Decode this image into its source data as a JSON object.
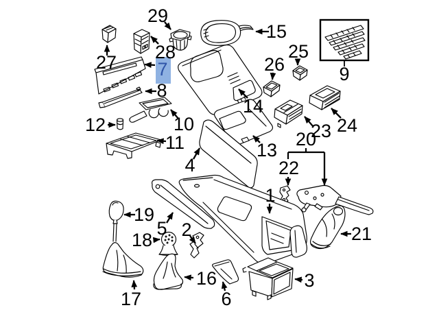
{
  "diagram": {
    "kind": "exploded-parts-diagram",
    "colors": {
      "background": "#FFFFFF",
      "line": "#000000",
      "label_text": "#000000"
    },
    "highlight": {
      "part": "7",
      "box_color": "#8FB2E2",
      "text_color": "#2F55A8"
    },
    "parts": [
      {
        "label": "1"
      },
      {
        "label": "2"
      },
      {
        "label": "3"
      },
      {
        "label": "4"
      },
      {
        "label": "5"
      },
      {
        "label": "6"
      },
      {
        "label": "7"
      },
      {
        "label": "8"
      },
      {
        "label": "9"
      },
      {
        "label": "10"
      },
      {
        "label": "11"
      },
      {
        "label": "12"
      },
      {
        "label": "13"
      },
      {
        "label": "14"
      },
      {
        "label": "15"
      },
      {
        "label": "16"
      },
      {
        "label": "17"
      },
      {
        "label": "18"
      },
      {
        "label": "19"
      },
      {
        "label": "20"
      },
      {
        "label": "21"
      },
      {
        "label": "22"
      },
      {
        "label": "23"
      },
      {
        "label": "24"
      },
      {
        "label": "25"
      },
      {
        "label": "26"
      },
      {
        "label": "27"
      },
      {
        "label": "28"
      },
      {
        "label": "29"
      }
    ]
  }
}
